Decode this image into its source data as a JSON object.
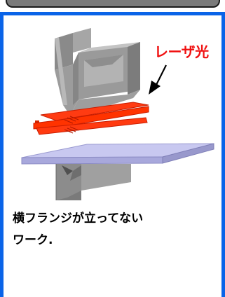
{
  "laser_label": "レーザ光",
  "caption": {
    "line1": "横フランジが立ってない",
    "line2": "ワーク."
  },
  "colors": {
    "frame_border": "#0a64e8",
    "top_bar": "#7a7a7a",
    "laser": "#f01010",
    "punch": "#9a9a9a",
    "die": "#8c8c8c",
    "workpiece": "#c8c8f0",
    "laser_beam": "#ff3300"
  }
}
